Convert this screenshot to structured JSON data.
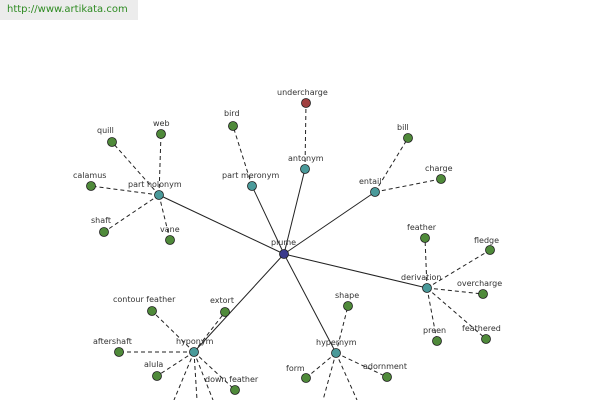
{
  "header": {
    "url": "http://www.artikata.com"
  },
  "graph": {
    "center": {
      "label": "plume",
      "color": "#3b3b8c"
    },
    "colors": {
      "relation": "#4a9a9a",
      "leaf": "#4f8a3a",
      "antonym_leaf": "#a04040"
    },
    "relations": [
      {
        "id": "part-holonym",
        "label": "part holonym",
        "leaves": [
          "quill",
          "web",
          "calamus",
          "shaft",
          "vane"
        ]
      },
      {
        "id": "part-meronym",
        "label": "part meronym",
        "leaves": [
          "bird"
        ]
      },
      {
        "id": "antonym",
        "label": "antonym",
        "leaves": [
          "undercharge"
        ]
      },
      {
        "id": "entail",
        "label": "entail",
        "leaves": [
          "bill",
          "charge"
        ]
      },
      {
        "id": "derivation",
        "label": "derivation",
        "leaves": [
          "feather",
          "fledge",
          "overcharge",
          "feathered",
          "preen"
        ]
      },
      {
        "id": "hypernym",
        "label": "hypernym",
        "leaves": [
          "shape",
          "adornment",
          "form"
        ]
      },
      {
        "id": "hyponym",
        "label": "hyponym",
        "leaves": [
          "contour feather",
          "extort",
          "aftershaft",
          "alula",
          "down feather"
        ]
      }
    ]
  }
}
